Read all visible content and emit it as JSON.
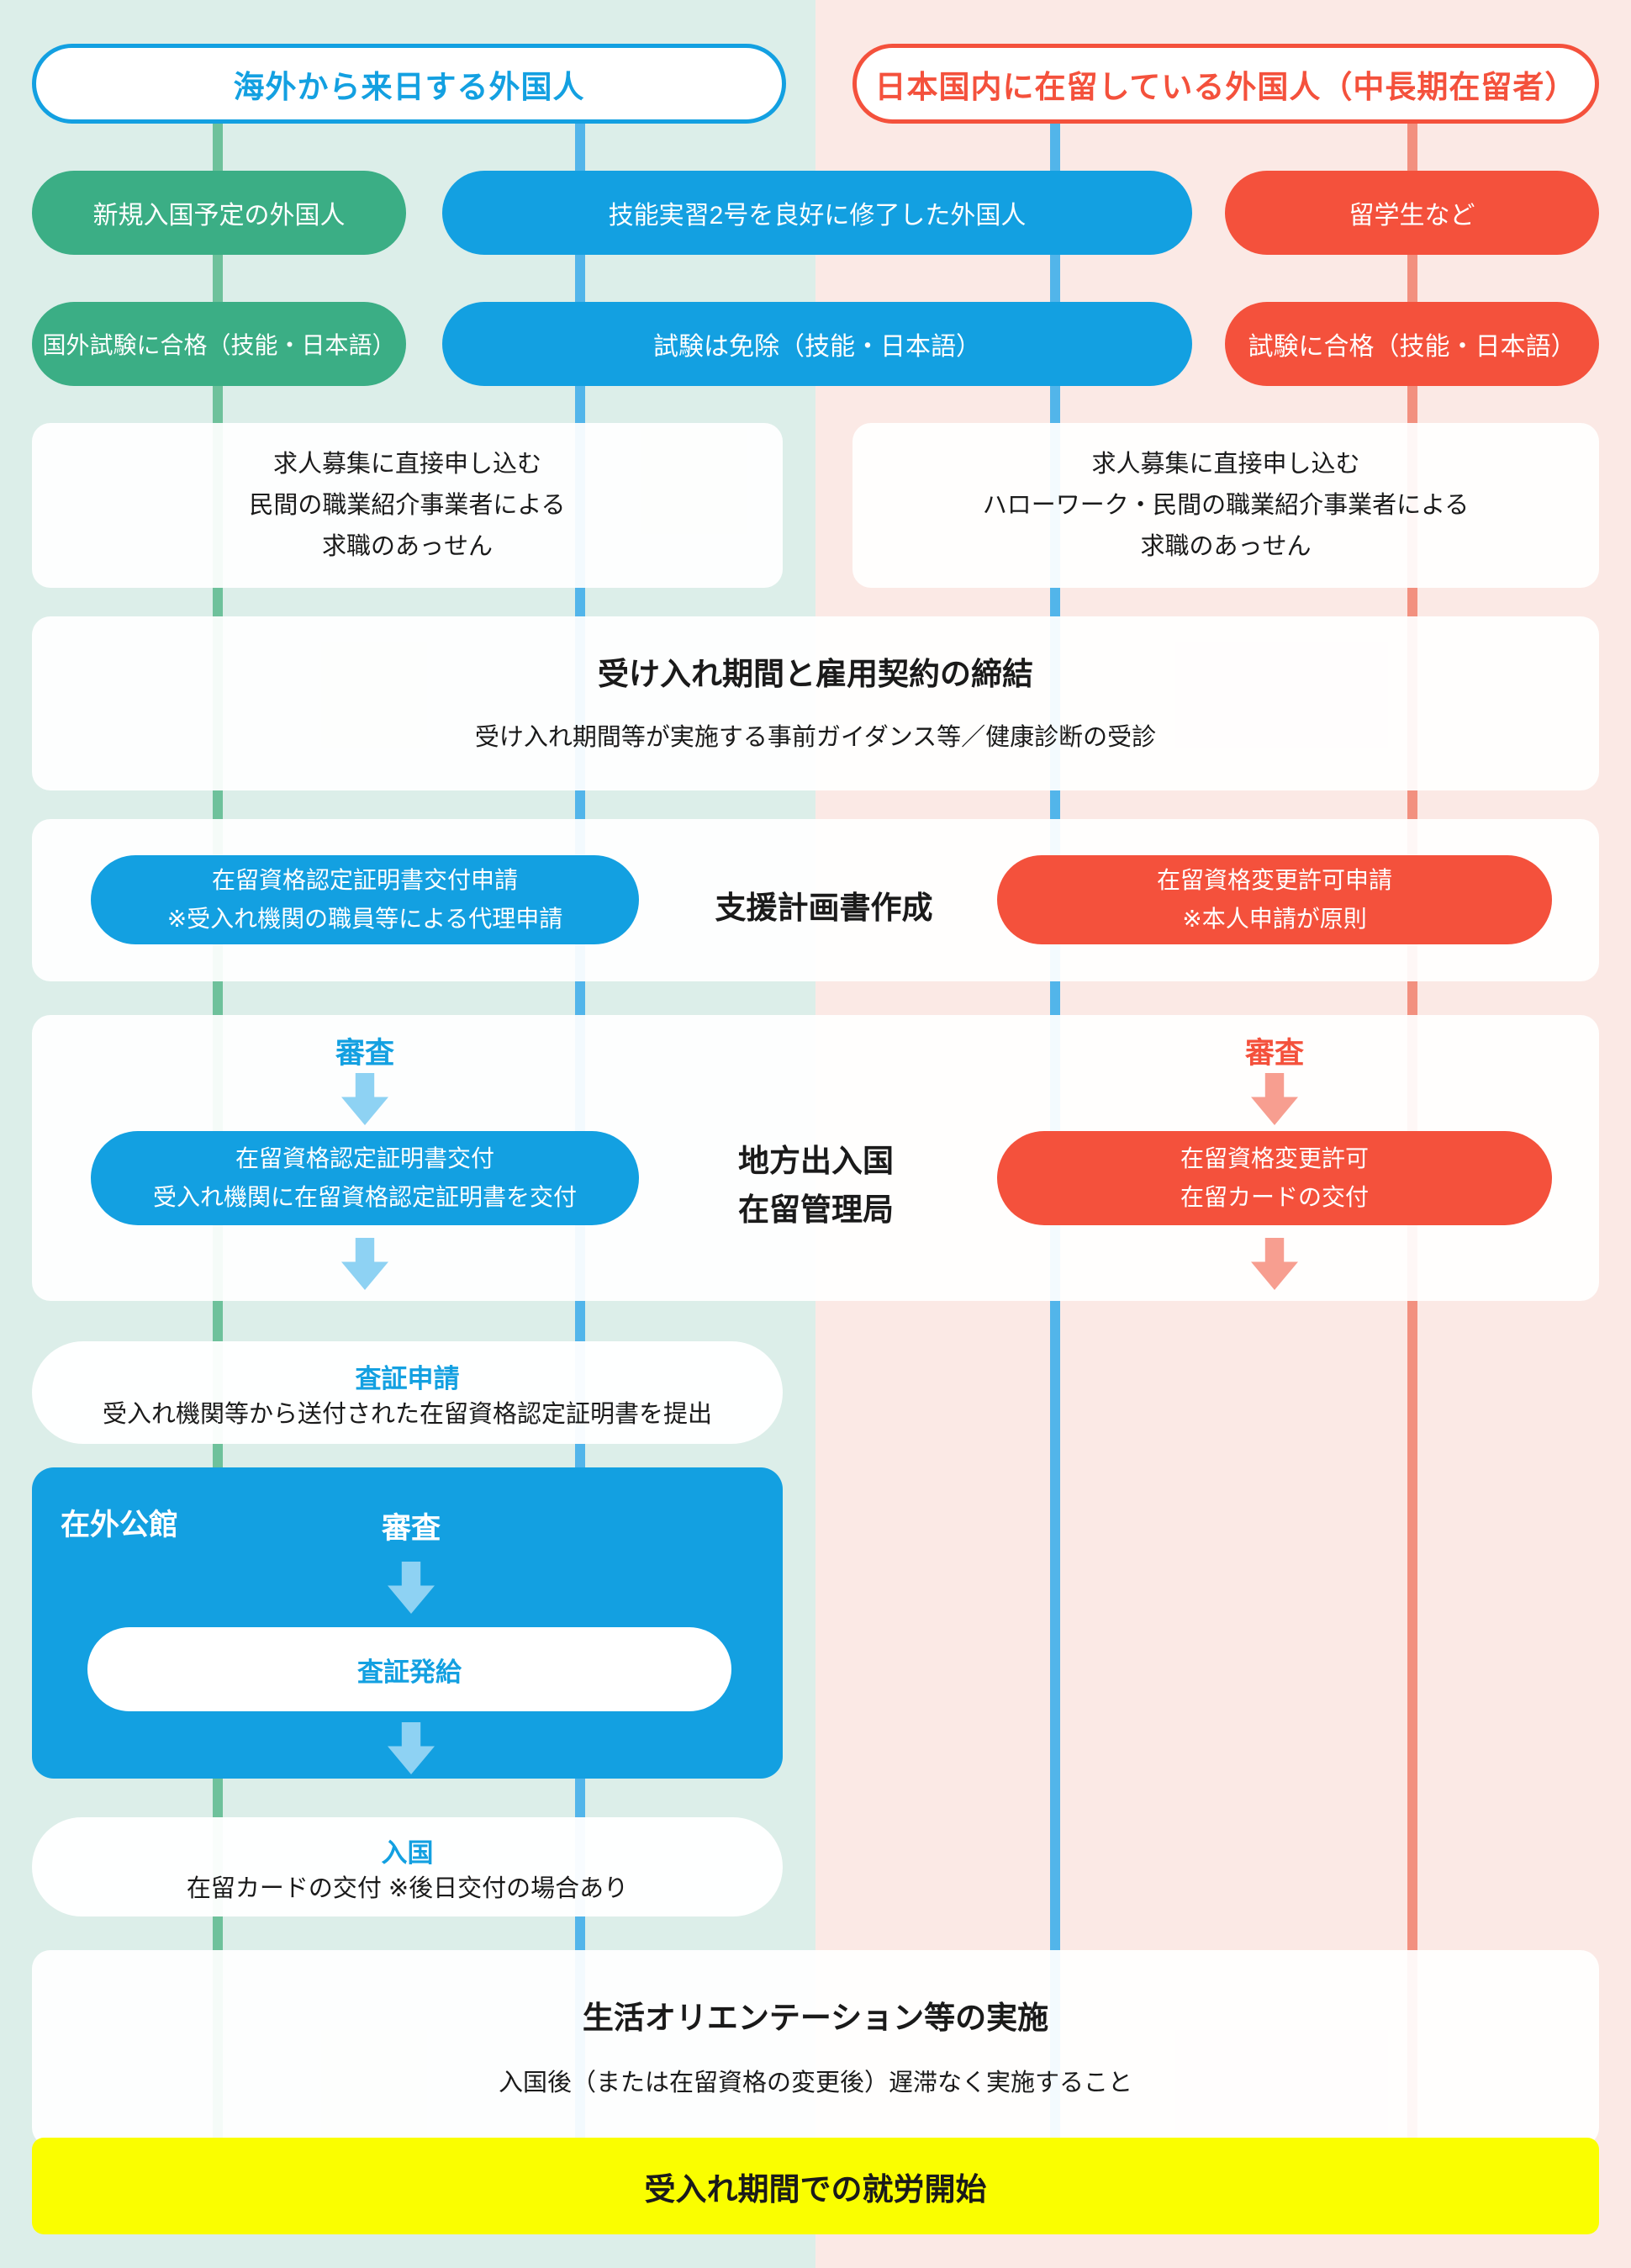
{
  "colors": {
    "green": "#3BAE85",
    "blue": "#13A0E1",
    "red": "#F4513C",
    "yellow": "#FAFE00",
    "bg_left": "#DCEEE9",
    "bg_right": "#FBE9E5",
    "line_green": "#6EC19B",
    "line_blue": "#52B5EA",
    "line_red": "#F2907F",
    "arrow_blue": "#8ED2F3",
    "arrow_red": "#F79E90",
    "text_dark": "#1A1A1A"
  },
  "headers": {
    "overseas": "海外から来日する外国人",
    "domestic": "日本国内に在留している外国人（中長期在留者）"
  },
  "applicants": {
    "new_entrant": "新規入国予定の外国人",
    "technical_intern": "技能実習2号を良好に修了した外国人",
    "students": "留学生など"
  },
  "exams": {
    "overseas_pass": "国外試験に合格（技能・日本語）",
    "exempt": "試験は免除（技能・日本語）",
    "domestic_pass": "試験に合格（技能・日本語）"
  },
  "job_search": {
    "left": {
      "l1": "求人募集に直接申し込む",
      "l2": "民間の職業紹介事業者による",
      "l3": "求職のあっせん"
    },
    "right": {
      "l1": "求人募集に直接申し込む",
      "l2": "ハローワーク・民間の職業紹介事業者による",
      "l3": "求職のあっせん"
    }
  },
  "contract": {
    "title": "受け入れ期間と雇用契約の締結",
    "subtitle": "受け入れ期間等が実施する事前ガイダンス等／健康診断の受診"
  },
  "applications": {
    "coe": {
      "l1": "在留資格認定証明書交付申請",
      "l2": "※受入れ機関の職員等による代理申請"
    },
    "support_plan": "支援計画書作成",
    "change": {
      "l1": "在留資格変更許可申請",
      "l2": "※本人申請が原則"
    }
  },
  "review": {
    "left_label": "審査",
    "coe_issue": {
      "l1": "在留資格認定証明書交付",
      "l2": "受入れ機関に在留資格認定証明書を交付"
    },
    "bureau": {
      "l1": "地方出入国",
      "l2": "在留管理局"
    },
    "right_label": "審査",
    "change_permit": {
      "l1": "在留資格変更許可",
      "l2": "在留カードの交付"
    }
  },
  "visa": {
    "title": "査証申請",
    "body": "受入れ機関等から送付された在留資格認定証明書を提出"
  },
  "embassy": {
    "label": "在外公館",
    "review": "審査",
    "issuance": "査証発給"
  },
  "entry": {
    "title": "入国",
    "body": "在留カードの交付 ※後日交付の場合あり"
  },
  "orientation": {
    "title": "生活オリエンテーション等の実施",
    "subtitle": "入国後（または在留資格の変更後）遅滞なく実施すること"
  },
  "start_work": "受入れ期間での就労開始"
}
